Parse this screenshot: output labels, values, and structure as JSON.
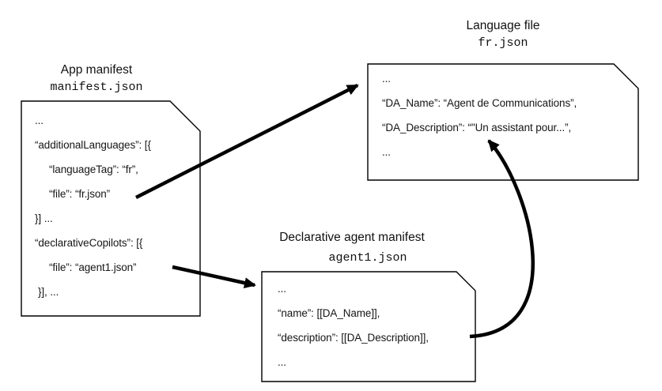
{
  "diagram": {
    "background": "#ffffff",
    "ink": "#000000",
    "text_color": "#161616"
  },
  "nodes": {
    "app_manifest": {
      "title": "App manifest",
      "filename": "manifest.json",
      "lines": [
        "...",
        "“additionalLanguages”: [{",
        "“languageTag”: “fr”,",
        "“file”: “fr.json”",
        "}] ...",
        "“declarativeCopilots”: [{",
        "“file”: “agent1.json”",
        "}], ..."
      ]
    },
    "language_file": {
      "title": "Language file",
      "filename": "fr.json",
      "lines": [
        "...",
        "“DA_Name”: “Agent de Communications”,",
        "“DA_Description”: “\"Un assistant pour...”,",
        "..."
      ]
    },
    "agent_manifest": {
      "title": "Declarative agent manifest",
      "filename": "agent1.json",
      "lines": [
        "...",
        "“name”: [[DA_Name]],",
        "“description”: [[DA_Description]],",
        "..."
      ]
    }
  },
  "connections": [
    {
      "from": "manifest.json “file”: “fr.json”",
      "to": "Language file fr.json"
    },
    {
      "from": "manifest.json “file”: “agent1.json”",
      "to": "Declarative agent manifest agent1.json"
    },
    {
      "from": "agent1.json “description”: [[DA_Description]]",
      "to": "fr.json “DA_Description”"
    }
  ]
}
